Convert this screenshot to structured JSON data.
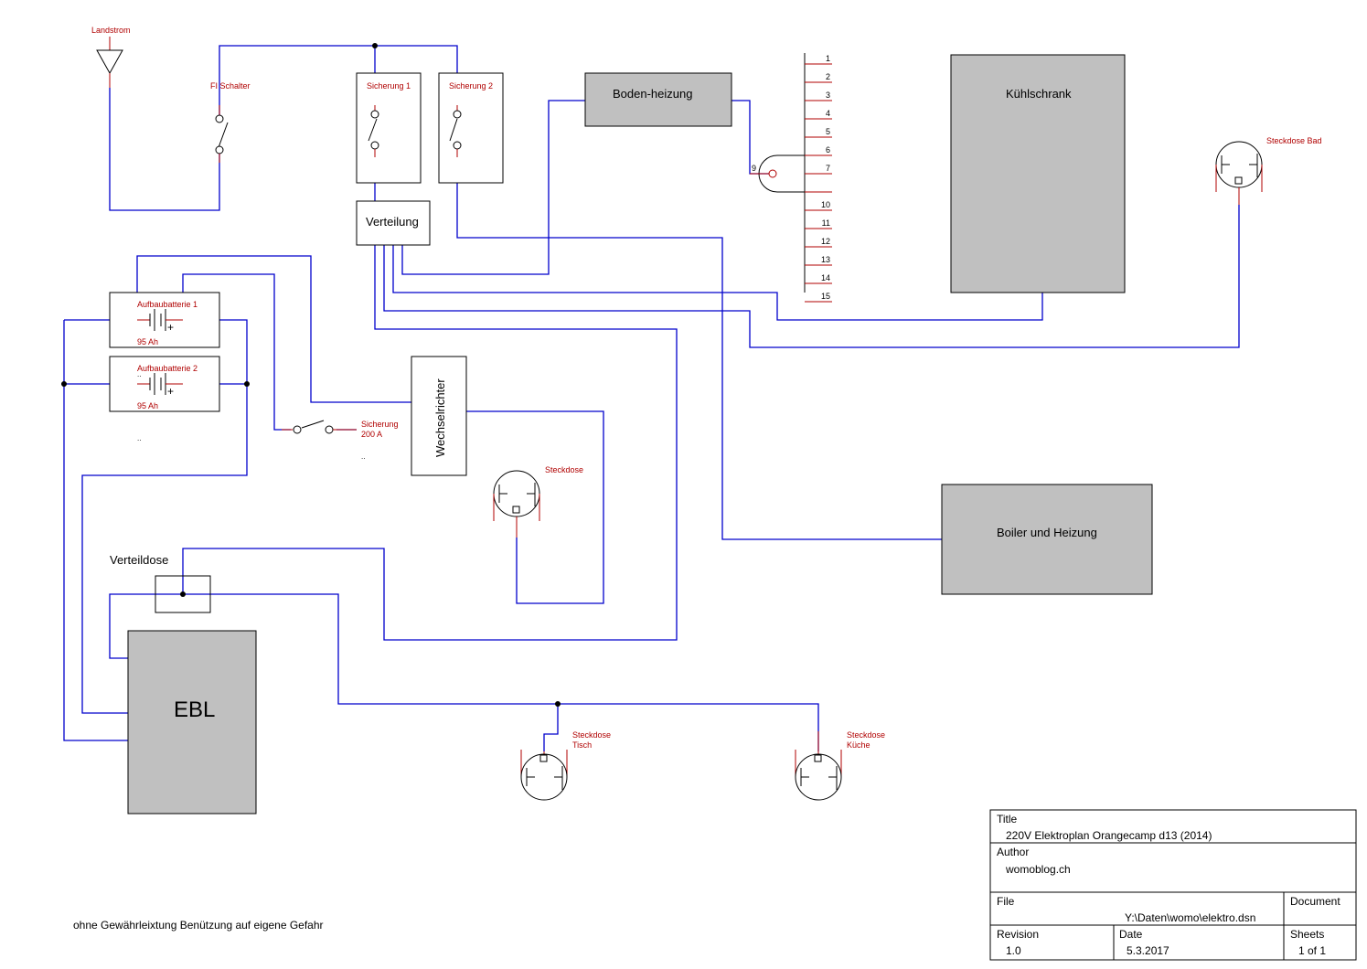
{
  "labels": {
    "landstrom": "Landstrom",
    "fi_schalter": "FI Schalter",
    "sicherung1": "Sicherung 1",
    "sicherung2": "Sicherung 2",
    "bodenheizung": "Boden-heizung",
    "kuehlschrank": "Kühlschrank",
    "steckdose_bad": "Steckdose Bad",
    "verteilung": "Verteilung",
    "aufbaubatterie1": "Aufbaubatterie 1",
    "aufbaubatterie2": "Aufbaubatterie 2",
    "battery_capacity": "95 Ah",
    "plus": "+",
    "dots": "..",
    "wechselrichter": "Wechselrichter",
    "sicherung_200": "Sicherung",
    "sicherung_200_value": "200 A",
    "steckdose": "Steckdose",
    "boiler": "Boiler und Heizung",
    "verteildose": "Verteildose",
    "ebl": "EBL",
    "steckdose_tisch_1": "Steckdose",
    "steckdose_tisch_2": "Tisch",
    "steckdose_kueche_1": "Steckdose",
    "steckdose_kueche_2": "Küche",
    "connector_pin_in": "9",
    "disclaimer": "ohne Gewährleixtung Benützung auf eigene Gefahr"
  },
  "connector_pins": [
    "1",
    "2",
    "3",
    "4",
    "5",
    "6",
    "7",
    "",
    "10",
    "11",
    "12",
    "13",
    "14",
    "15"
  ],
  "title_block": {
    "title_label": "Title",
    "title_value": "220V Elektroplan Orangecamp d13 (2014)",
    "author_label": "Author",
    "author_value": "womoblog.ch",
    "file_label": "File",
    "file_value": "Y:\\Daten\\womo\\elektro.dsn",
    "document_label": "Document",
    "revision_label": "Revision",
    "revision_value": "1.0",
    "date_label": "Date",
    "date_value": "5.3.2017",
    "sheets_label": "Sheets",
    "sheets_value": "1 of 1"
  }
}
